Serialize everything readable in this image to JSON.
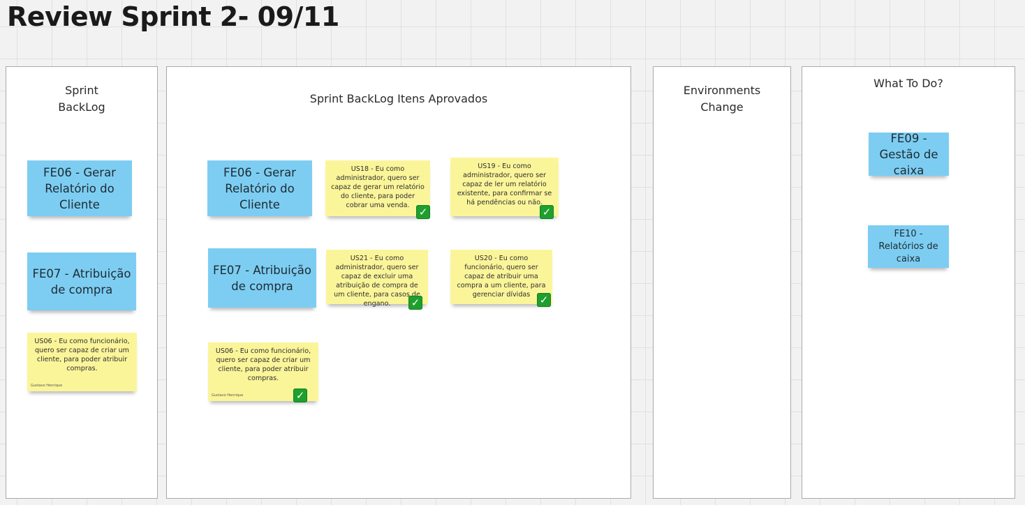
{
  "board": {
    "title": "Review Sprint 2- 09/11"
  },
  "frames": {
    "sprint_backlog": {
      "label_line1": "Sprint",
      "label_line2": "BackLog"
    },
    "approved": {
      "label": "Sprint BackLog Itens Aprovados"
    },
    "environments": {
      "label_line1": "Environments",
      "label_line2": "Change"
    },
    "what_to_do": {
      "label": "What To Do?"
    }
  },
  "stickies": {
    "backlog_fe06": {
      "text": "FE06 - Gerar Relatório do Cliente",
      "color": "#7dcdf2"
    },
    "backlog_fe07": {
      "text": "FE07 - Atribuição de compra",
      "color": "#7dcdf2"
    },
    "backlog_us06": {
      "text": "US06 - Eu como funcionário, quero ser capaz de criar um cliente, para poder atribuir compras.",
      "author": "Gustavo Henrique",
      "color": "#fbf59a"
    },
    "approved_fe06": {
      "text": "FE06 - Gerar Relatório do Cliente"
    },
    "approved_fe07": {
      "text": "FE07 - Atribuição de compra"
    },
    "us18": {
      "text": "US18 - Eu como administrador, quero ser capaz de gerar um relatório do cliente, para poder cobrar uma venda."
    },
    "us19": {
      "text": "US19 - Eu como administrador, quero ser capaz de ler um relatório existente, para confirmar se há pendências ou não."
    },
    "us21": {
      "text": "US21 - Eu como administrador, quero ser capaz de excluir uma atribuição de compra de um cliente, para casos de engano."
    },
    "us20": {
      "text": "US20 - Eu como funcionário, quero ser capaz de atribuir uma compra a um cliente, para gerenciar dívidas"
    },
    "approved_us06": {
      "text": "US06 - Eu como funcionário, quero ser capaz de criar um cliente, para poder atribuir compras.",
      "author": "Gustavo Henrique"
    },
    "fe09": {
      "text": "FE09 - Gestão de caixa"
    },
    "fe10": {
      "text": "FE10 - Relatórios de caixa"
    }
  },
  "check_mark": {
    "glyph": "✓",
    "color": "#1e9f2e"
  }
}
